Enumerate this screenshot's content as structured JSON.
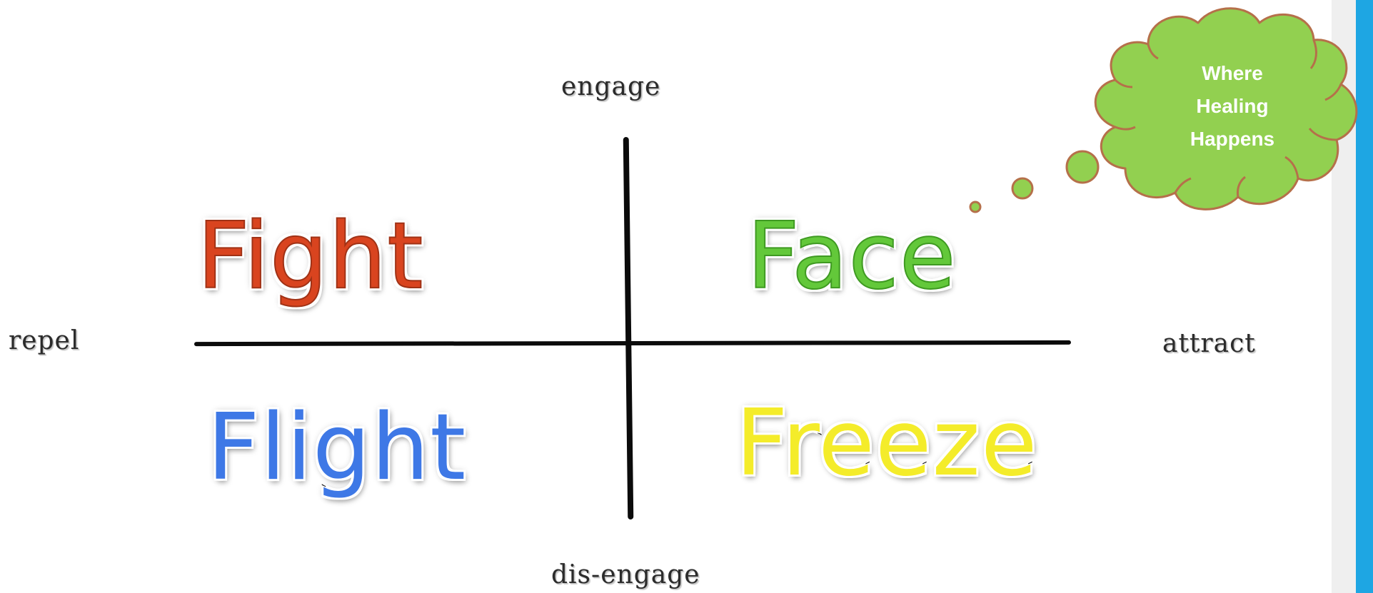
{
  "axes": {
    "top": "engage",
    "bottom": "dis-engage",
    "left": "repel",
    "right": "attract"
  },
  "quadrants": {
    "top_left": {
      "label": "Fight",
      "color": "#d9441f"
    },
    "top_right": {
      "label": "Face",
      "color": "#63c83a"
    },
    "bottom_left": {
      "label": "Flight",
      "color": "#3e78e6"
    },
    "bottom_right": {
      "label": "Freeze",
      "color": "#f4ec2a"
    }
  },
  "callout": {
    "lines": [
      "Where",
      "Healing",
      "Happens"
    ],
    "fill_color": "#92d050",
    "border_color": "#b5704a"
  },
  "colors": {
    "accent_strip": "#1ea6e3",
    "axis": "#0b0b0b"
  }
}
